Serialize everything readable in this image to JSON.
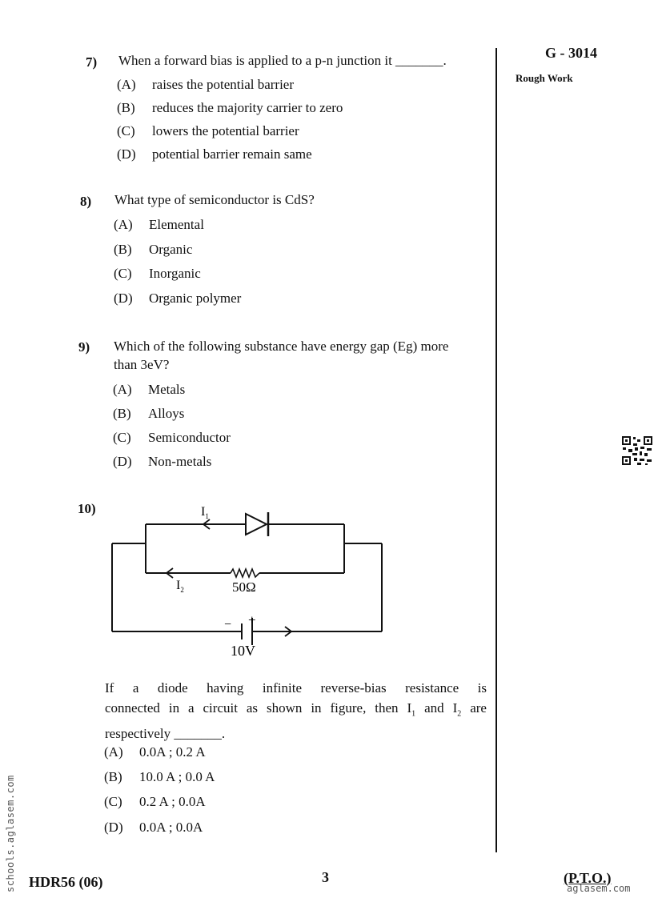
{
  "header": {
    "code": "G - 3014",
    "rough_work": "Rough Work"
  },
  "questions": [
    {
      "number": "7)",
      "text": "When a forward bias is applied to a p-n junction it _______.",
      "options": [
        {
          "label": "(A)",
          "text": "raises the potential barrier"
        },
        {
          "label": "(B)",
          "text": "reduces the majority carrier to zero"
        },
        {
          "label": "(C)",
          "text": "lowers the potential barrier"
        },
        {
          "label": "(D)",
          "text": "potential barrier remain same"
        }
      ]
    },
    {
      "number": "8)",
      "text": "What type of semiconductor is CdS?",
      "options": [
        {
          "label": "(A)",
          "text": "Elemental"
        },
        {
          "label": "(B)",
          "text": "Organic"
        },
        {
          "label": "(C)",
          "text": "Inorganic"
        },
        {
          "label": "(D)",
          "text": "Organic polymer"
        }
      ]
    },
    {
      "number": "9)",
      "text_line1": "Which of the following substance have energy gap (Eg) more",
      "text_line2": "than 3eV?",
      "options": [
        {
          "label": "(A)",
          "text": "Metals"
        },
        {
          "label": "(B)",
          "text": "Alloys"
        },
        {
          "label": "(C)",
          "text": "Semiconductor"
        },
        {
          "label": "(D)",
          "text": "Non-metals"
        }
      ]
    },
    {
      "number": "10)",
      "circuit": {
        "i1": "I",
        "i1_sub": "1",
        "i2": "I",
        "i2_sub": "2",
        "resistor": "50Ω",
        "battery": "10V",
        "plus": "+",
        "minus": "−"
      },
      "para_line1": "If a diode having infinite reverse-bias resistance is",
      "para_line2a": "connected in a circuit as shown in figure, then I",
      "para_sub1": "1",
      "para_and": " and I",
      "para_sub2": "2",
      "para_line2b": " are",
      "para_line3": "respectively _______.",
      "options": [
        {
          "label": "(A)",
          "text": "0.0A ; 0.2 A"
        },
        {
          "label": "(B)",
          "text": "10.0 A ; 0.0 A"
        },
        {
          "label": "(C)",
          "text": "0.2 A ; 0.0A"
        },
        {
          "label": "(D)",
          "text": "0.0A ; 0.0A"
        }
      ]
    }
  ],
  "footer": {
    "left": "HDR56 (06)",
    "page": "3",
    "right": "(P.T.O.)"
  },
  "watermarks": {
    "side": "schools.aglasem.com",
    "bottom": "aglasem.com"
  }
}
